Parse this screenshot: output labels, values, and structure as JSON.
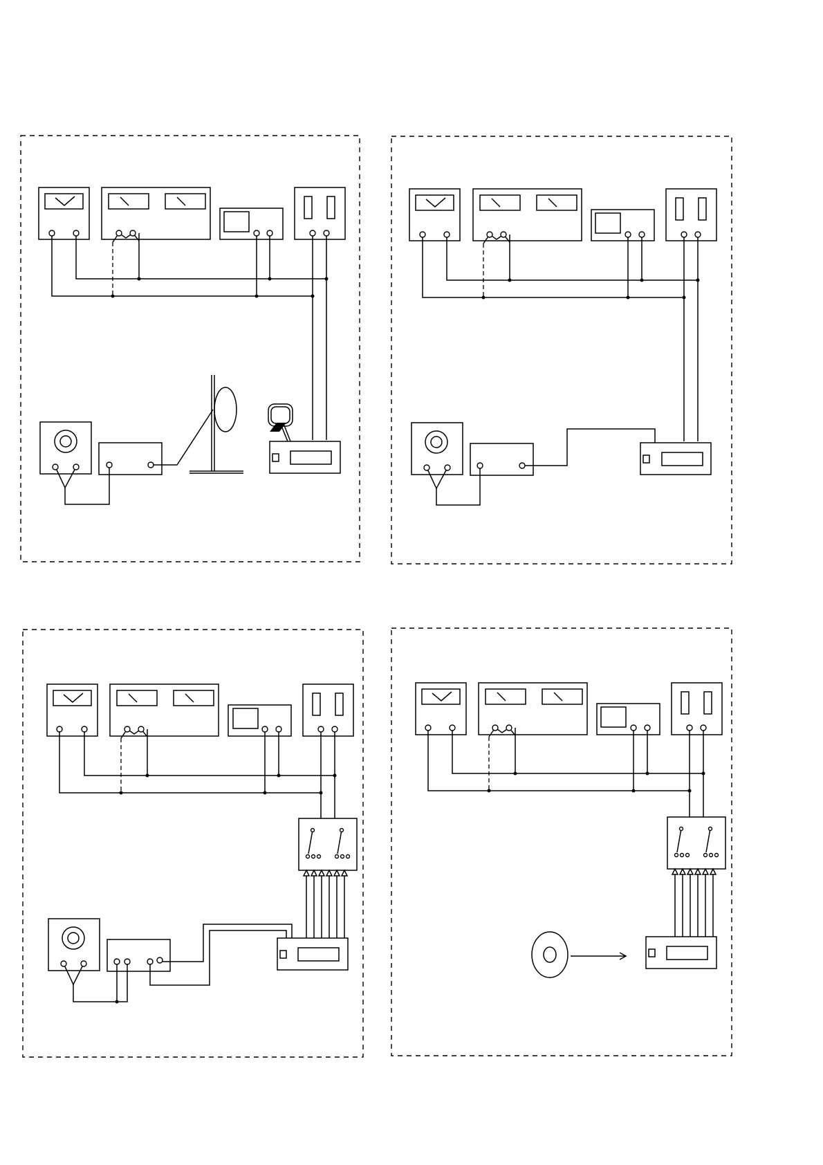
{
  "diagram": {
    "ink_color": "#000000",
    "background_color": "#ffffff",
    "panels": [
      {
        "id": "top-left",
        "source": "antenna-with-loop-stand-and-cable-head"
      },
      {
        "id": "top-right",
        "source": "direct-cable"
      },
      {
        "id": "bottom-left",
        "source": "switch-box-double-cable"
      },
      {
        "id": "bottom-right",
        "source": "disc-player-switch-box"
      }
    ],
    "icons": [
      "meter-icon",
      "dual-meter-icon",
      "oscilloscope-icon",
      "dual-level-icon",
      "tuner-icon",
      "receiver-icon",
      "loop-antenna-icon",
      "speaker-icon",
      "disc-icon",
      "switch-box-icon",
      "arrow-icon"
    ]
  }
}
